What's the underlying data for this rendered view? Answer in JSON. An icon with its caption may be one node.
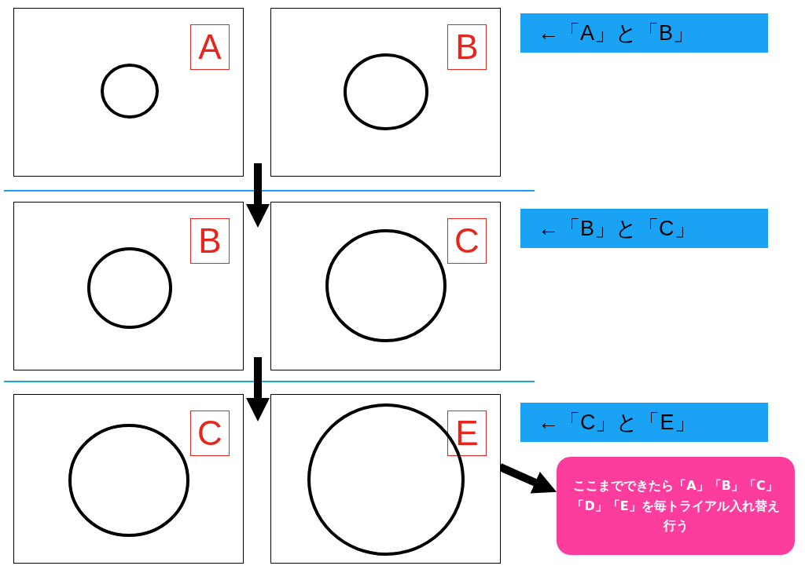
{
  "diagram": {
    "nodes": [
      {
        "text": [],
        "shape": "box"
      },
      {
        "text": [
          "A"
        ],
        "in": 0
      },
      {
        "text": [],
        "shape": "circle",
        "in": 0
      },
      {
        "text": [],
        "shape": "box"
      },
      {
        "text": [
          "B"
        ],
        "in": 3
      },
      {
        "text": [],
        "shape": "circle",
        "in": 3
      },
      {
        "text": [
          "←「A」と「B」"
        ]
      },
      {
        "text": [],
        "shape": "box"
      },
      {
        "text": [
          "B"
        ],
        "in": 7
      },
      {
        "text": [],
        "shape": "circle",
        "in": 7
      },
      {
        "text": [],
        "shape": "box"
      },
      {
        "text": [
          "C"
        ],
        "in": 10
      },
      {
        "text": [],
        "shape": "circle",
        "in": 10
      },
      {
        "text": [
          "←「B」と「C」"
        ]
      },
      {
        "text": [],
        "shape": "box"
      },
      {
        "text": [
          "C"
        ],
        "in": 14
      },
      {
        "text": [],
        "shape": "circle",
        "in": 14
      },
      {
        "text": [],
        "shape": "box"
      },
      {
        "text": [
          "E"
        ],
        "in": 17
      },
      {
        "text": [],
        "shape": "circle",
        "in": 17
      },
      {
        "text": [
          "←「C」と「E」"
        ]
      },
      {
        "text": [
          "ここまでできたら「A」「B」「C」「D」「E」を毎トライアル入れ替え行う"
        ]
      }
    ],
    "edges": [
      {
        "from": 17,
        "to": 21,
        "arrow": "to"
      }
    ]
  }
}
